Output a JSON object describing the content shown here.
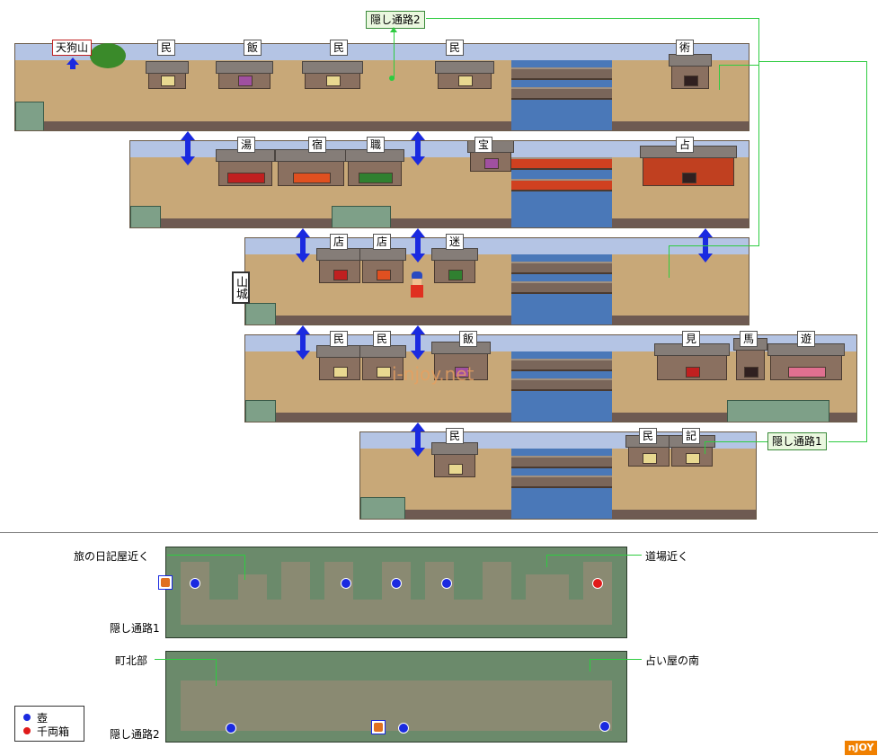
{
  "labels": {
    "tengu": "天狗山",
    "yamashiro": "山城",
    "watermark": "i-njoy.net",
    "logo": "nJOY"
  },
  "rows": [
    {
      "buildings": [
        "民",
        "飯",
        "民",
        "民",
        "術"
      ]
    },
    {
      "buildings": [
        "湯",
        "宿",
        "職",
        "宝",
        "占"
      ]
    },
    {
      "buildings": [
        "店",
        "店",
        "迷"
      ]
    },
    {
      "buildings": [
        "民",
        "民",
        "飯",
        "見",
        "馬",
        "遊"
      ]
    },
    {
      "buildings": [
        "民",
        "民",
        "記"
      ]
    }
  ],
  "passages": {
    "p1": "隠し通路1",
    "p2": "隠し通路2"
  },
  "dungeon1": {
    "name": "隠し通路1",
    "entry_left": "旅の日記屋近く",
    "entry_right": "道場近く"
  },
  "dungeon2": {
    "name": "隠し通路2",
    "entry_left": "町北部",
    "entry_right": "占い屋の南"
  },
  "legend": {
    "pot": "壺",
    "chest": "千両箱",
    "pot_color": "#1a2ae0",
    "chest_color": "#e01a1a"
  }
}
